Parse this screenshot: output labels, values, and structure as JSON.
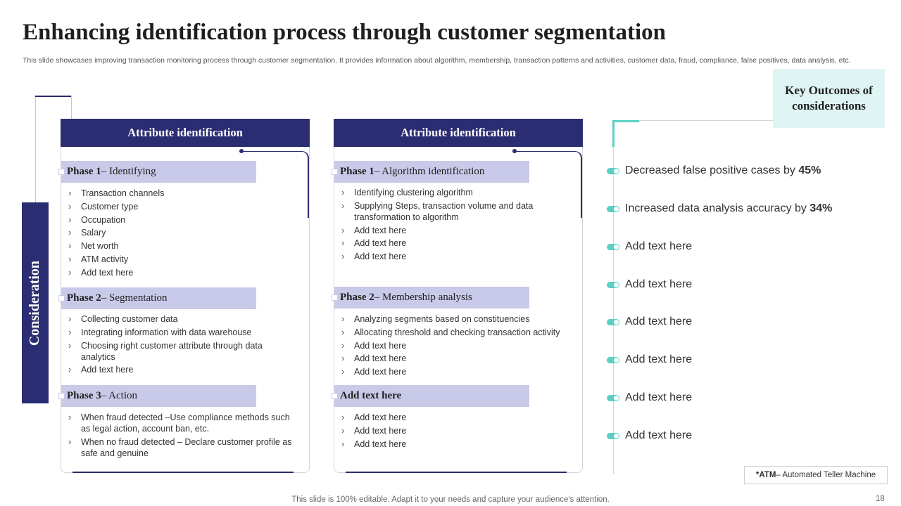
{
  "slide": {
    "title": "Enhancing identification process through customer segmentation",
    "subtitle": "This slide showcases improving transaction monitoring process through customer segmentation. It provides information about algorithm, membership, transaction patterns and activities, customer data, fraud, compliance, false positives, data analysis, etc.",
    "consideration_label": "Consideration",
    "footer": "This slide is 100% editable. Adapt it to your needs and capture your audience's attention.",
    "page_number": "18"
  },
  "columns": [
    {
      "header": "Attribute identification",
      "phases": [
        {
          "label_bold": "Phase 1",
          "label_rest": " – Identifying",
          "items": [
            "Transaction channels",
            "Customer type",
            "Occupation",
            "Salary",
            "Net worth",
            "ATM activity",
            "Add text here"
          ]
        },
        {
          "label_bold": "Phase 2",
          "label_rest": " – Segmentation",
          "items": [
            "Collecting customer data",
            "Integrating information with data warehouse",
            "Choosing right customer attribute through data analytics",
            "Add text here"
          ]
        },
        {
          "label_bold": "Phase 3",
          "label_rest": " – Action",
          "items": [
            "When fraud detected –Use compliance methods such as legal action, account ban, etc.",
            "When no fraud detected  – Declare customer profile as safe and genuine"
          ]
        }
      ]
    },
    {
      "header": "Attribute identification",
      "phases": [
        {
          "label_bold": "Phase 1",
          "label_rest": " – Algorithm  identification",
          "items": [
            "Identifying clustering algorithm",
            "Supplying Steps, transaction volume  and data transformation to algorithm",
            "Add text here",
            "Add text here",
            "Add text here"
          ]
        },
        {
          "label_bold": "Phase 2",
          "label_rest": " – Membership  analysis",
          "items": [
            "Analyzing segments based on constituencies",
            "Allocating threshold and checking transaction activity",
            "Add text here",
            "Add text here",
            "Add text here"
          ]
        },
        {
          "label_bold": "Add text here",
          "label_rest": "",
          "items": [
            "Add text here",
            "Add text here",
            "Add text here"
          ]
        }
      ]
    }
  ],
  "outcomes": {
    "title": "Key Outcomes of considerations",
    "items": [
      {
        "text": "Decreased false positive cases by ",
        "bold": "45%"
      },
      {
        "text": "Increased data analysis accuracy by ",
        "bold": "34%"
      },
      {
        "text": "Add text here",
        "bold": ""
      },
      {
        "text": "Add text here",
        "bold": ""
      },
      {
        "text": "Add text here",
        "bold": ""
      },
      {
        "text": "Add text here",
        "bold": ""
      },
      {
        "text": "Add text here",
        "bold": ""
      },
      {
        "text": "Add text here",
        "bold": ""
      }
    ],
    "accent_color": "#5ccfc3"
  },
  "footnote": {
    "abbr": "*ATM",
    "definition": " – Automated Teller Machine"
  },
  "colors": {
    "navy": "#2b2d72",
    "phase_fill": "#c9cae9",
    "outcome_box": "#dff5f3"
  }
}
